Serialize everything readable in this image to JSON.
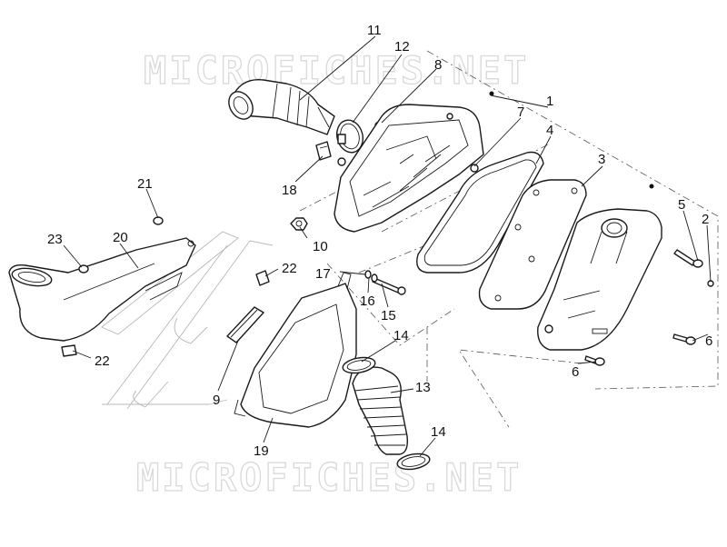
{
  "watermark": {
    "top_text": "MICROFICHES.NET",
    "bottom_text": "MICROFICHES.NET"
  },
  "callouts": {
    "n1": "1",
    "n2": "2",
    "n3": "3",
    "n4": "4",
    "n5": "5",
    "n6a": "6",
    "n6b": "6",
    "n7": "7",
    "n8": "8",
    "n9": "9",
    "n10": "10",
    "n11": "11",
    "n12": "12",
    "n13": "13",
    "n14a": "14",
    "n14b": "14",
    "n15": "15",
    "n16": "16",
    "n17": "17",
    "n18": "18",
    "n19": "19",
    "n20": "20",
    "n21": "21",
    "n22a": "22",
    "n22b": "22",
    "n23": "23"
  }
}
